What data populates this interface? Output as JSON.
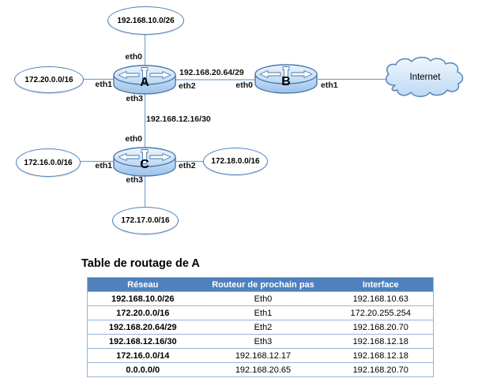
{
  "diagram": {
    "nodes": {
      "routers": [
        {
          "name": "A"
        },
        {
          "name": "B"
        },
        {
          "name": "C"
        }
      ],
      "networks": [
        {
          "label": "192.168.10.0/26"
        },
        {
          "label": "172.20.0.0/16"
        },
        {
          "label": "172.16.0.0/16"
        },
        {
          "label": "172.18.0.0/16"
        },
        {
          "label": "172.17.0.0/16"
        }
      ],
      "internet": {
        "label": "Internet"
      }
    },
    "link_labels": [
      {
        "label": "192.168.20.64/29"
      },
      {
        "label": "192.168.12.16/30"
      }
    ],
    "interfaces": {
      "a_eth0": "eth0",
      "a_eth1": "eth1",
      "a_eth2": "eth2",
      "a_eth3": "eth3",
      "b_eth0": "eth0",
      "b_eth1": "eth1",
      "c_eth0": "eth0",
      "c_eth1": "eth1",
      "c_eth2": "eth2",
      "c_eth3": "eth3"
    },
    "icons": {
      "router": "router-cylinder-icon",
      "internet": "cloud-icon"
    },
    "colors": {
      "shape_border": "#4e81bd",
      "router_fill": "#aecdee",
      "cloud_fill": "#cfe2f8",
      "line": "#7ba3c9"
    }
  },
  "routing_table": {
    "title": "Table de routage de A",
    "headers": [
      "Réseau",
      "Routeur de prochain pas",
      "Interface"
    ],
    "rows": [
      {
        "network": "192.168.10.0/26",
        "next_hop": "Eth0",
        "interface": "192.168.10.63"
      },
      {
        "network": "172.20.0.0/16",
        "next_hop": "Eth1",
        "interface": "172.20.255.254"
      },
      {
        "network": "192.168.20.64/29",
        "next_hop": "Eth2",
        "interface": "192.168.20.70"
      },
      {
        "network": "192.168.12.16/30",
        "next_hop": "Eth3",
        "interface": "192.168.12.18"
      },
      {
        "network": "172.16.0.0/14",
        "next_hop": "192.168.12.17",
        "interface": "192.168.12.18"
      },
      {
        "network": "0.0.0.0/0",
        "next_hop": "192.168.20.65",
        "interface": "192.168.20.70"
      }
    ],
    "colors": {
      "header_bg": "#4f81bd",
      "header_text": "#ffffff",
      "border": "#95b3d7"
    }
  }
}
